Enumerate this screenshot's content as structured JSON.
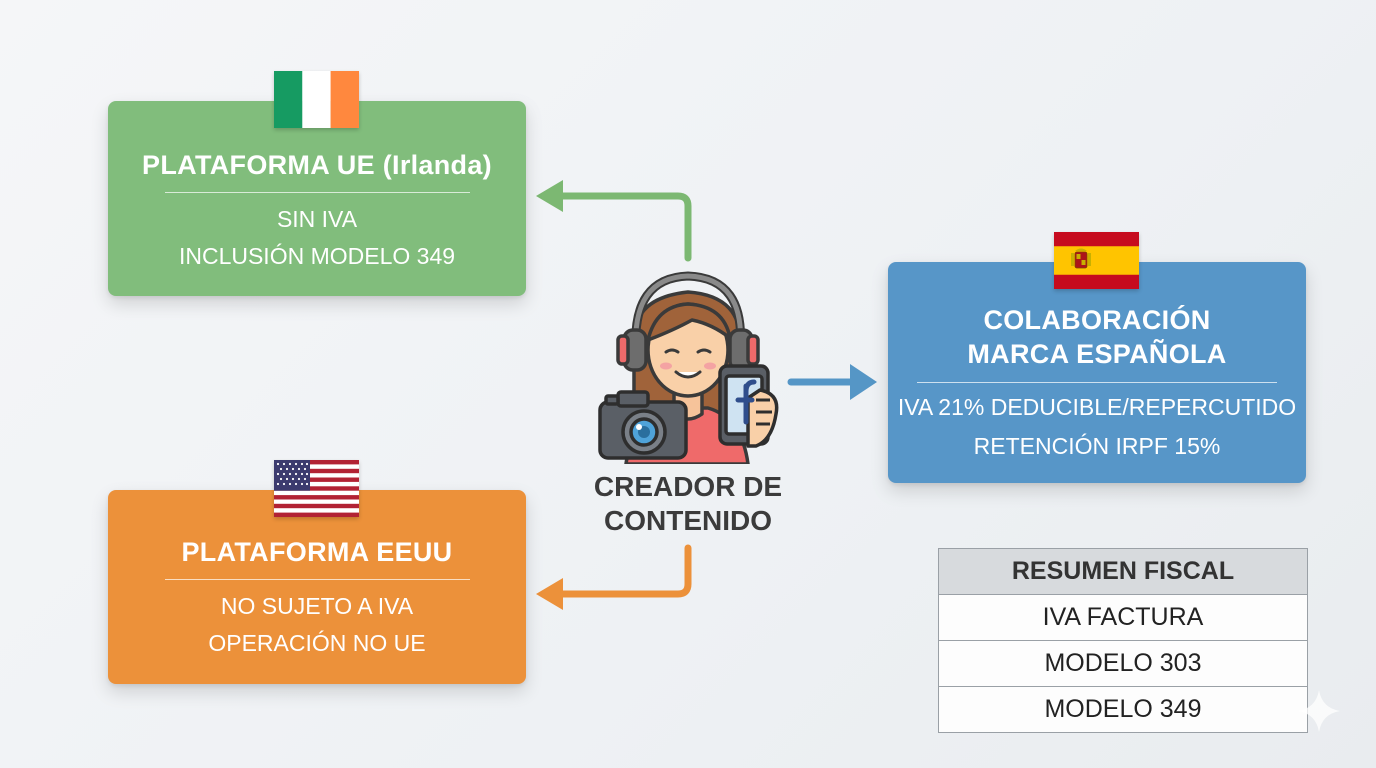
{
  "nodes": {
    "ireland": {
      "title": "PLATAFORMA UE (Irlanda)",
      "lines": [
        "SIN IVA",
        "INCLUSIÓN MODELO 349"
      ],
      "color": "#81bd7c",
      "flag": "ireland-flag"
    },
    "usa": {
      "title": "PLATAFORMA EEUU",
      "lines": [
        "NO SUJETO A IVA",
        "OPERACIÓN NO UE"
      ],
      "color": "#ec913a",
      "flag": "usa-flag"
    },
    "spain": {
      "title_lines": [
        "COLABORACIÓN",
        "MARCA ESPAÑOLA"
      ],
      "lines": [
        "IVA 21% DEDUCIBLE/REPERCUTIDO",
        "RETENCIÓN IRPF 15%"
      ],
      "color": "#5796c8",
      "flag": "spain-flag"
    },
    "creator": {
      "label_lines": [
        "CREADOR DE",
        "CONTENIDO"
      ],
      "icon": "content-creator-icon",
      "phone_app_icon": "facebook-icon"
    }
  },
  "arrows": {
    "to_ireland_color": "#7cb872",
    "to_usa_color": "#ec913a",
    "to_spain_color": "#5596c6"
  },
  "summary": {
    "header": "RESUMEN FISCAL",
    "rows": [
      "IVA FACTURA",
      "MODELO 303",
      "MODELO 349"
    ]
  }
}
